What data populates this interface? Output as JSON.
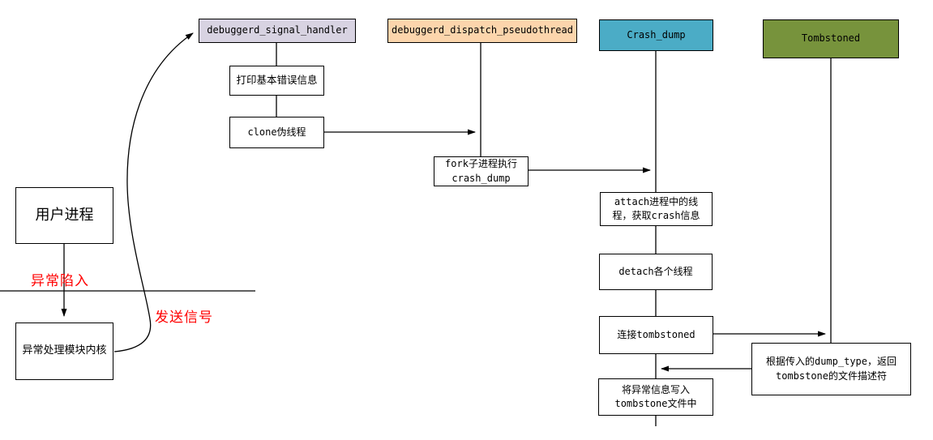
{
  "colors": {
    "signal_handler_fill": "#d8d3e2",
    "pseudothread_fill": "#fcd5ac",
    "crash_dump_fill": "#4bacc6",
    "tombstoned_fill": "#77933c",
    "emphasis_red": "#ff0000",
    "line": "#000000"
  },
  "actors": {
    "signal_handler": "debuggerd_signal_handler",
    "pseudothread": "debuggerd_dispatch_pseudothread",
    "crash_dump": "Crash_dump",
    "tombstoned": "Tombstoned"
  },
  "left_flow": {
    "user_process": "用户进程",
    "trap_label": "异常陷入",
    "kernel_module": "异常处理模块内核",
    "signal_label": "发送信号"
  },
  "steps": {
    "print_error": "打印基本错误信息",
    "clone_thread": "clone伪线程",
    "fork_crash_dump": "fork子进程执行\ncrash_dump",
    "attach_threads": "attach进程中的线\n程，获取crash信息",
    "detach_threads": "detach各个线程",
    "connect_tombstoned": "连接tombstoned",
    "write_tombstone": "将异常信息写入\ntombstone文件中",
    "return_fd": "根据传入的dump_type，返回\ntombstone的文件描述符"
  }
}
